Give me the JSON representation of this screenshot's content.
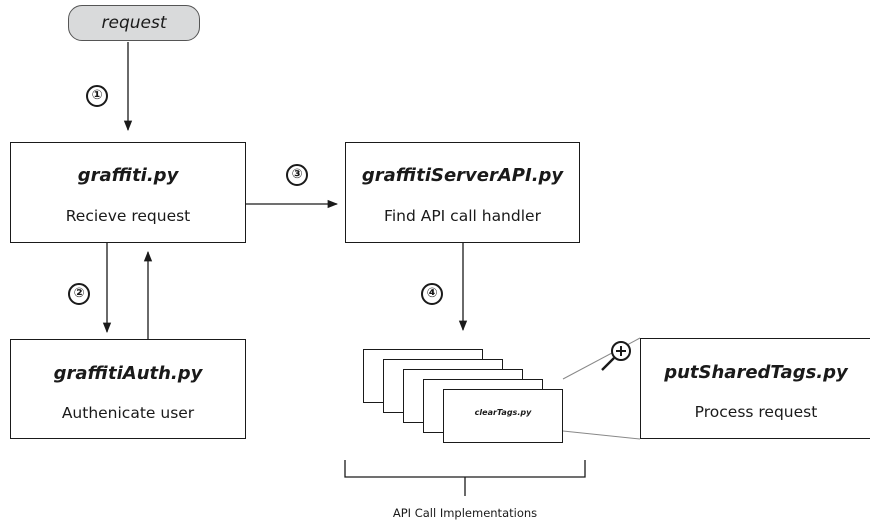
{
  "start": {
    "label": "request"
  },
  "steps": {
    "s1": "①",
    "s2": "②",
    "s3": "③",
    "s4": "④"
  },
  "nodes": {
    "graffiti": {
      "title": "graffiti.py",
      "subtitle": "Recieve request"
    },
    "server_api": {
      "title": "graffitiServerAPI.py",
      "subtitle": "Find API call handler"
    },
    "auth": {
      "title": "graffitiAuth.py",
      "subtitle": "Authenicate user"
    },
    "put_shared": {
      "title": "putSharedTags.py",
      "subtitle": "Process request"
    }
  },
  "stack": {
    "front_label": "clearTags.py",
    "caption": "API Call Implementations"
  },
  "icons": {
    "zoom": "zoom-in-icon"
  }
}
